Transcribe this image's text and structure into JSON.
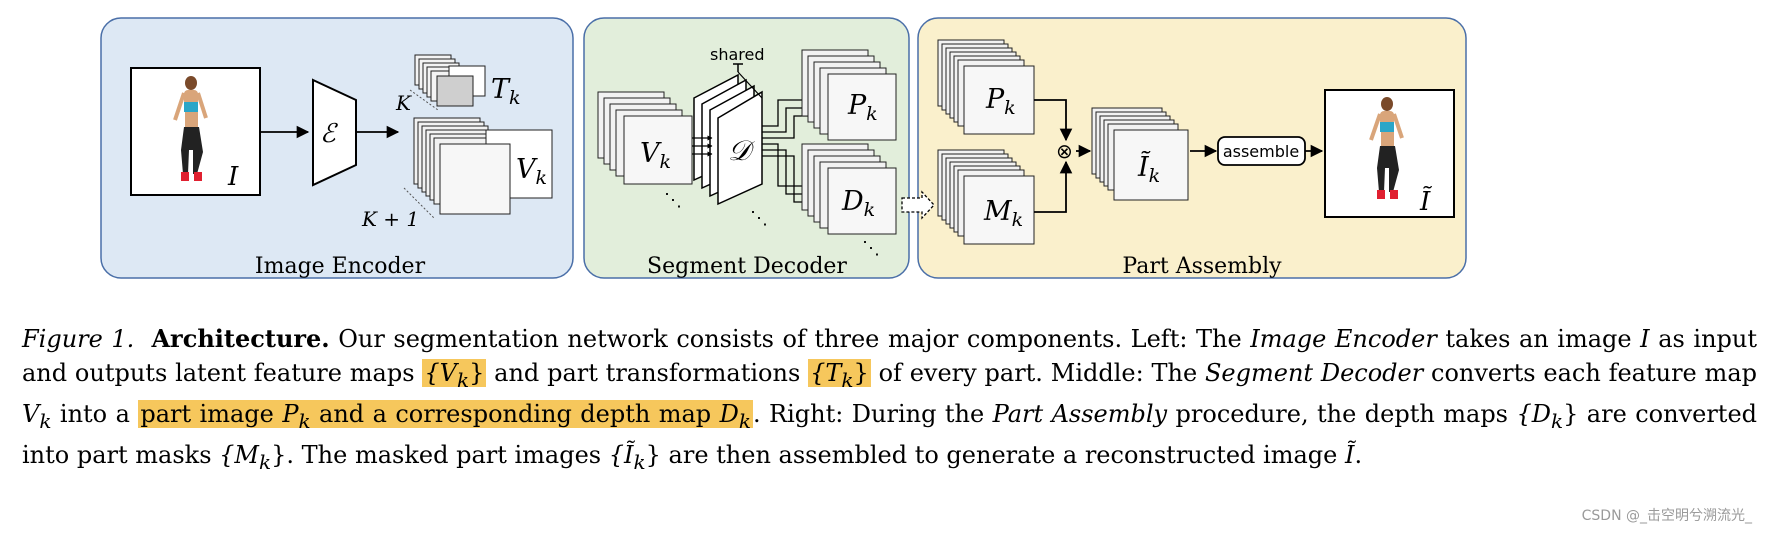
{
  "panels": {
    "encoder": {
      "title": "Image Encoder",
      "fill": "#dde8f4"
    },
    "decoder": {
      "title": "Segment Decoder",
      "fill": "#e2eedb"
    },
    "assembly": {
      "title": "Part Assembly",
      "fill": "#faf0cc"
    }
  },
  "labels": {
    "input_image": "I",
    "encoder_symbol": "ℰ",
    "transforms": "T",
    "transforms_sub": "k",
    "k_count": "K",
    "k_plus_one": "K + 1",
    "features": "V",
    "features_sub": "k",
    "features_dec": "V",
    "features_dec_sub": "k",
    "decoder_symbol": "𝒟",
    "shared": "shared",
    "part_image": "P",
    "part_image_sub": "k",
    "depth": "D",
    "depth_sub": "k",
    "asm_part": "P",
    "asm_part_sub": "k",
    "mask": "M",
    "mask_sub": "k",
    "masked": "Ĩ",
    "masked_sub": "k",
    "assemble": "assemble",
    "output": "Ĩ",
    "multiply": "⊗",
    "ellipsis": "⋱"
  },
  "caption": {
    "fig": "Figure 1.",
    "bold": "Architecture.",
    "t1": " Our segmentation network consists of three major components. Left: The ",
    "i1": "Image Encoder",
    "t2": " takes an image ",
    "i2": "I",
    "t3": " as input and outputs latent feature maps ",
    "h1": "{V",
    "h1s": "k",
    "h1e": "}",
    "t4": " and part transformations ",
    "h2": "{T",
    "h2s": "k",
    "h2e": "}",
    "t5": " of every part. Middle: The ",
    "i3": "Segment Decoder",
    "t6": " converts each feature map ",
    "v": "V",
    "vs": "k",
    "t7": " into a ",
    "h3a": "part image ",
    "h3b": "P",
    "h3bs": "k",
    "h3c": " and a corresponding depth map ",
    "h3d": "D",
    "h3ds": "k",
    "t8": ". Right: During the ",
    "i4": "Part Assembly",
    "t9": " procedure, the depth maps ",
    "d1": "{D",
    "d1s": "k",
    "d1e": "}",
    "t10": " are converted into part masks ",
    "m1": "{M",
    "m1s": "k",
    "m1e": "}",
    "t11": ". The masked part images ",
    "ii": "{Ĩ",
    "iis": "k",
    "iie": "}",
    "t12": " are then assembled to generate a reconstructed image ",
    "io": "Ĩ",
    "t13": "."
  },
  "watermark": "CSDN @_击空明兮溯流光_",
  "colors": {
    "highlight": "#f6c75c",
    "stack_fill": "#f0f0f0",
    "stroke": "#000000"
  }
}
